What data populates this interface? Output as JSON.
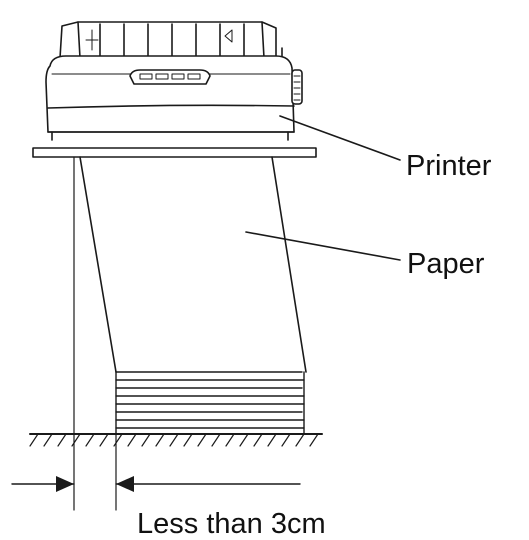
{
  "labels": {
    "printer": "Printer",
    "paper": "Paper",
    "dimension": "Less than 3cm"
  },
  "colors": {
    "stroke": "#1a1a1a",
    "background": "#ffffff"
  },
  "icons": {
    "arrow_right": "arrow-right-icon",
    "arrow_left": "arrow-left-icon",
    "ground": "ground-hatch"
  }
}
